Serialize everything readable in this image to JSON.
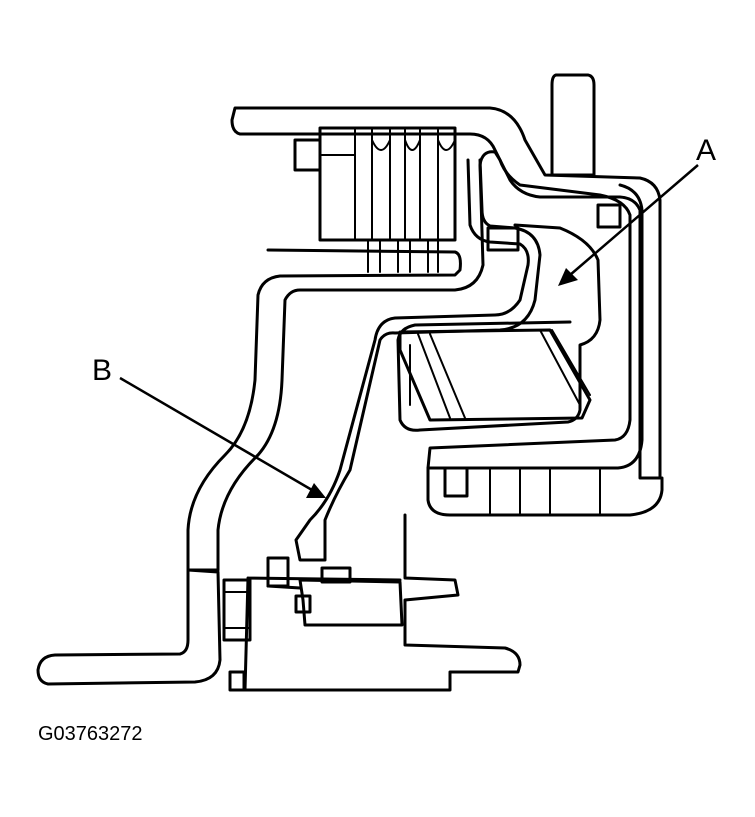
{
  "callouts": {
    "a": "A",
    "b": "B"
  },
  "figure_code": "G03763272"
}
